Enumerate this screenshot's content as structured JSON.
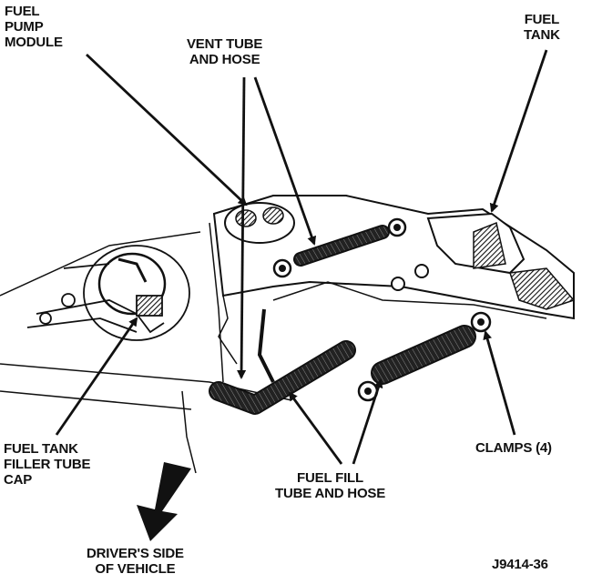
{
  "labels": {
    "fuel_pump_module": [
      "FUEL",
      "PUMP",
      "MODULE"
    ],
    "vent_tube_hose": [
      "VENT TUBE",
      "AND HOSE"
    ],
    "fuel_tank": [
      "FUEL",
      "TANK"
    ],
    "filler_cap": [
      "FUEL TANK",
      "FILLER TUBE",
      "CAP"
    ],
    "clamps": "CLAMPS (4)",
    "fill_tube_hose": [
      "FUEL FILL",
      "TUBE AND HOSE"
    ],
    "drivers_side": [
      "DRIVER'S SIDE",
      "OF VEHICLE"
    ],
    "figure_id": "J9414-36"
  },
  "colors": {
    "ink": "#111111",
    "paper": "#ffffff",
    "shade": "#3a3a3a"
  }
}
